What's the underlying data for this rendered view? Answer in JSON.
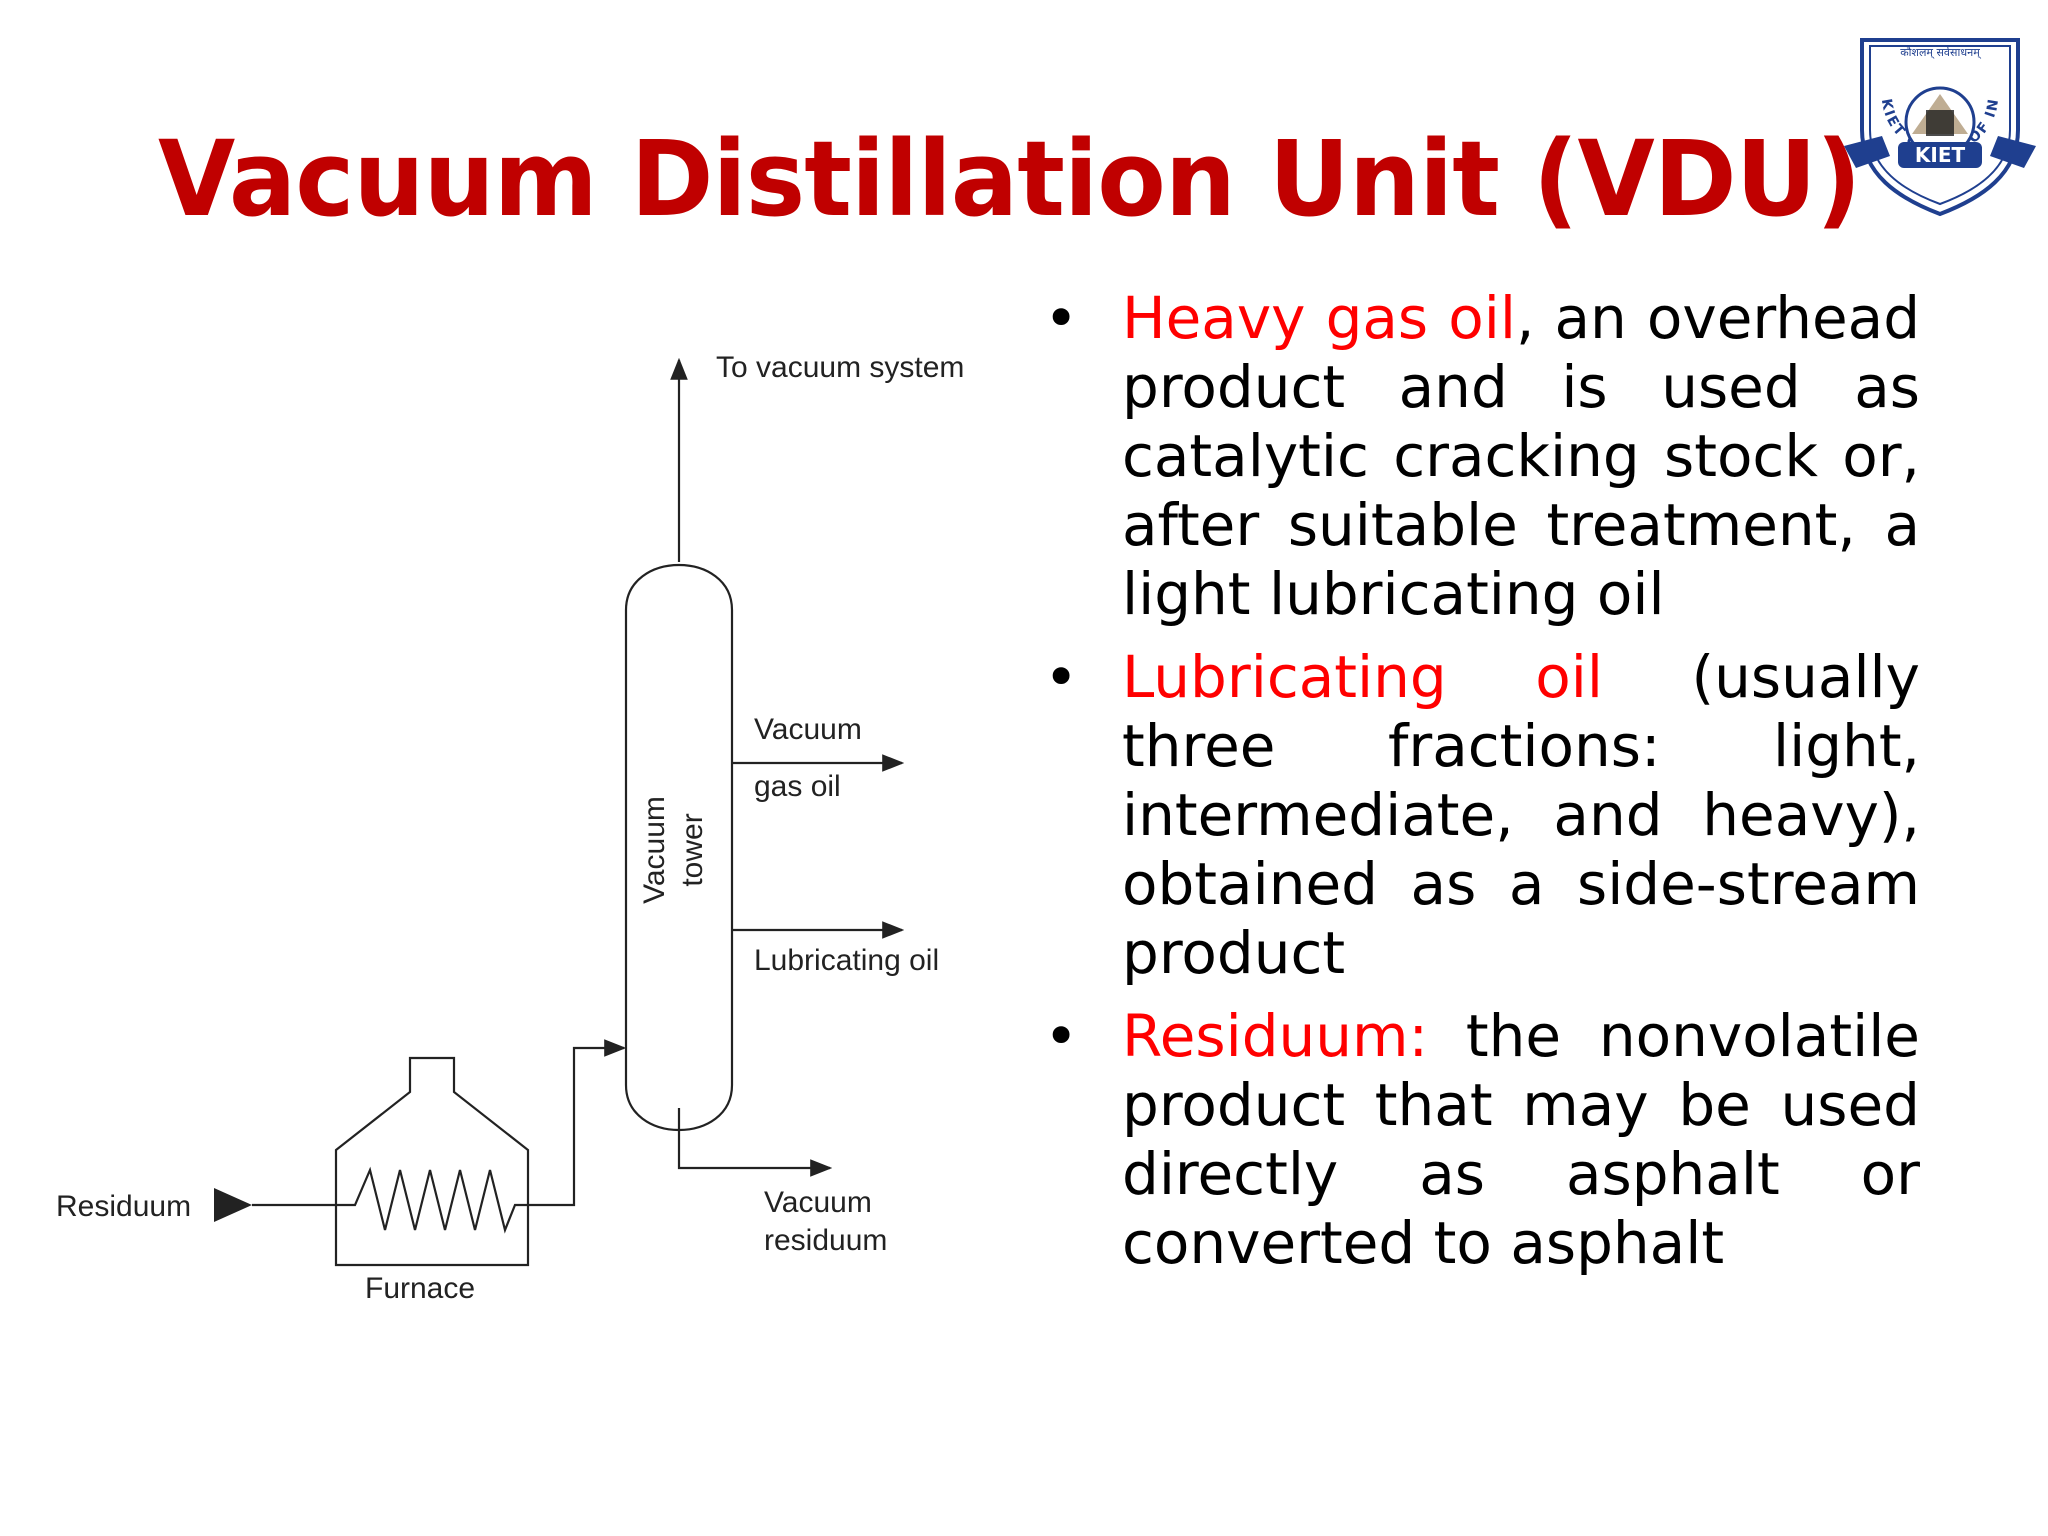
{
  "title": "Vacuum Distillation  Unit (VDU)",
  "logo": {
    "motto": "कौशलम् सर्वसाधनम्",
    "ring_text": "KIET GROUP OF INSTITUTIONS",
    "badge": "KIET"
  },
  "diagram": {
    "to_vacuum_system": "To vacuum system",
    "vacuum_tower_line1": "Vacuum",
    "vacuum_tower_line2": "tower",
    "vacuum_gas_oil_line1": "Vacuum",
    "vacuum_gas_oil_line2": "gas oil",
    "lubricating_oil": "Lubricating oil",
    "residuum_in": "Residuum",
    "furnace": "Furnace",
    "vacuum_residuum_line1": "Vacuum",
    "vacuum_residuum_line2": "residuum"
  },
  "bullets": [
    {
      "marker": "•",
      "highlight": "Heavy gas oil",
      "text": ", an overhead product and is used as catalytic cracking stock or, after suitable treatment, a light lubricating oil"
    },
    {
      "marker": "•",
      "highlight": "Lubricating oil",
      "text": " (usually three fractions: light, intermediate, and heavy), obtained as a side-stream product"
    },
    {
      "marker": "•",
      "highlight": "Residuum:",
      "text": " the nonvolatile product that may be used directly as asphalt or converted to asphalt"
    }
  ],
  "colors": {
    "title": "#c00000",
    "highlight": "#ff0000",
    "logo_blue": "#1f3f8f"
  }
}
